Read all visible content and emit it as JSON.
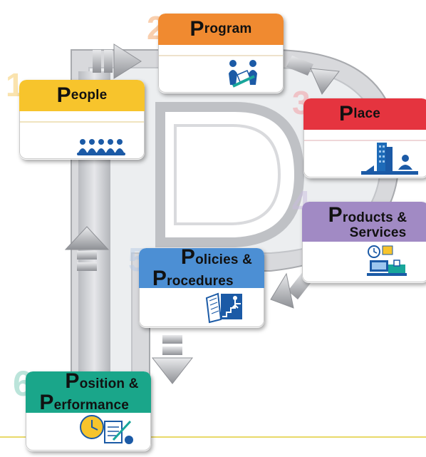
{
  "colors": {
    "people": "#f7c42c",
    "program": "#f08a30",
    "place": "#e5343f",
    "products": "#a18ac4",
    "policies": "#4c8fd4",
    "position": "#1aa68a",
    "frame": "#c5c7cc",
    "bottom_line": "#e9d96a"
  },
  "steps": {
    "people": {
      "number": "1",
      "cap": "P",
      "rest": "eople",
      "icon": "group-meeting-icon"
    },
    "program": {
      "number": "2",
      "cap": "P",
      "rest": "rogram",
      "icon": "puzzle-people-icon"
    },
    "place": {
      "number": "3",
      "cap": "P",
      "rest": "lace",
      "icon": "office-building-icon"
    },
    "products": {
      "number": "4",
      "cap": "P",
      "rest1": "roducts &",
      "rest2": "Services",
      "icon": "customer-service-desk-icon"
    },
    "policies": {
      "number": "5",
      "cap1": "P",
      "rest1": "olicies &",
      "cap2": "P",
      "rest2": "rocedures",
      "icon": "manual-stairs-icon"
    },
    "position": {
      "number": "6",
      "cap1": "P",
      "rest1": "osition &",
      "cap2": "P",
      "rest2": "erformance",
      "icon": "clock-checklist-icon"
    }
  }
}
